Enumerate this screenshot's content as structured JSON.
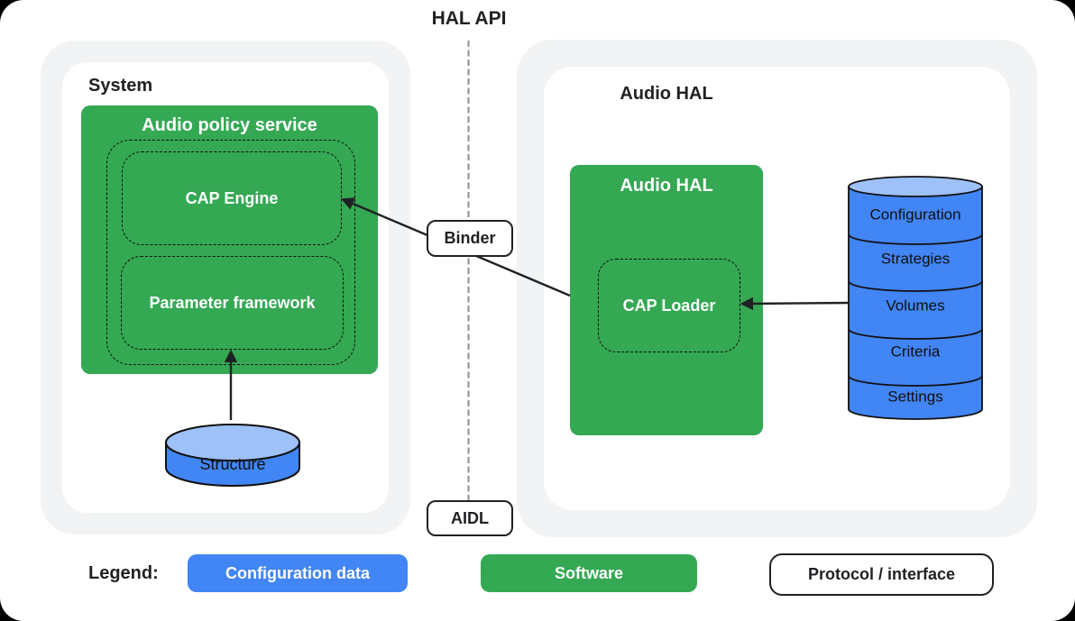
{
  "title": "HAL API",
  "system_section": {
    "label": "System",
    "audio_policy_service": {
      "title": "Audio policy service",
      "cap_engine": "CAP Engine",
      "parameter_framework": "Parameter framework"
    },
    "structure_db": {
      "label": "Structure"
    }
  },
  "hal_section": {
    "label": "Audio HAL",
    "audio_hal_box": {
      "title": "Audio HAL",
      "cap_loader": "CAP Loader"
    },
    "config_db": {
      "layers": [
        "Configuration",
        "Strategies",
        "Volumes",
        "Criteria",
        "Settings"
      ]
    }
  },
  "protocols": {
    "binder": "Binder",
    "aidl": "AIDL"
  },
  "legend": {
    "label": "Legend:",
    "items": [
      {
        "label": "Configuration data",
        "color": "#4285f4"
      },
      {
        "label": "Software",
        "color": "#34a853"
      },
      {
        "label": "Protocol / interface",
        "color": "#ffffff"
      }
    ]
  },
  "colors": {
    "software_green": "#34a853",
    "config_blue": "#4285f4",
    "cylinder_top_blue": "#9ec1fa",
    "container_gray": "#f1f3f4",
    "dashed_line_gray": "#8a8f94",
    "text_dark": "#202124"
  }
}
